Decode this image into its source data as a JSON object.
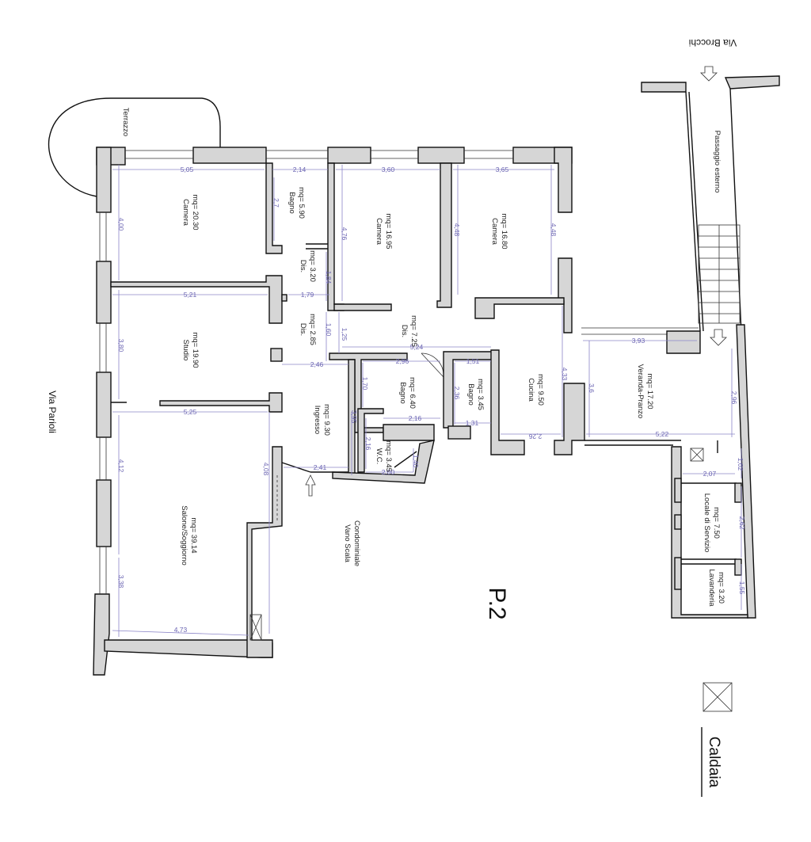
{
  "streets": {
    "top": "Via Brocchi",
    "left": "Via Parioli"
  },
  "floor_label": "P.2",
  "legend": {
    "icon": "boiler-box-cross-icon",
    "label": "Caldaia"
  },
  "rooms": [
    {
      "id": "camera-1",
      "name": "Camera",
      "area": "mq= 20.30"
    },
    {
      "id": "bagno-1",
      "name": "Bagno",
      "area": "mq= 5.90"
    },
    {
      "id": "camera-2",
      "name": "Camera",
      "area": "mq= 16.95"
    },
    {
      "id": "camera-3",
      "name": "Camera",
      "area": "mq= 16.80"
    },
    {
      "id": "dis-1",
      "name": "Dis.",
      "area": "mq= 3.20"
    },
    {
      "id": "dis-2",
      "name": "Dis.",
      "area": "mq= 2.85"
    },
    {
      "id": "dis-3",
      "name": "Dis.",
      "area": "mq= 7.25"
    },
    {
      "id": "studio",
      "name": "Studio",
      "area": "mq= 19.90"
    },
    {
      "id": "bagno-2",
      "name": "Bagno",
      "area": "mq= 6.40"
    },
    {
      "id": "bagno-3",
      "name": "Bagno",
      "area": "mq= 3.45"
    },
    {
      "id": "cucina",
      "name": "Cucina",
      "area": "mq= 9.50"
    },
    {
      "id": "veranda",
      "name": "Veranda-Pranzo",
      "area": "mq= 17.20"
    },
    {
      "id": "ingresso",
      "name": "Ingresso",
      "area": "mq= 9.30"
    },
    {
      "id": "wc",
      "name": "W.C.",
      "area": "mq= 3.45"
    },
    {
      "id": "salone",
      "name": "Salone/Soggiorno",
      "area": "mq= 39.14"
    },
    {
      "id": "locale",
      "name": "Locale di Servizio",
      "area": "mq= 7.50"
    },
    {
      "id": "lavanderia",
      "name": "Lavanderia",
      "area": "mq= 3.20"
    }
  ],
  "labels": {
    "terrazzo": "Terrazzo",
    "passaggio": "Passaggio esterno",
    "vano_scala_1": "Vano Scala",
    "vano_scala_2": "Condominiale"
  },
  "dimensions": [
    "5,05",
    "2,14",
    "3,60",
    "3,65",
    "4,00",
    "2,7",
    "4,76",
    "4,48",
    "4,48",
    "1,84",
    "5,21",
    "1,79",
    "1,60",
    "3,80",
    "1,25",
    "3,93",
    "5,24",
    "2,46",
    "2,96",
    "1,51",
    "1,70",
    "2,36",
    "4,33",
    "3,6",
    "2,96",
    "5,25",
    "2,16",
    "1,31",
    "3,95",
    "2,26",
    "5,22",
    "2,16",
    "1,40",
    "2,41",
    "2,00",
    "4,08",
    "4,12",
    "2,07",
    "1,02",
    "2,62",
    "1,55",
    "3,38",
    "4,73"
  ]
}
